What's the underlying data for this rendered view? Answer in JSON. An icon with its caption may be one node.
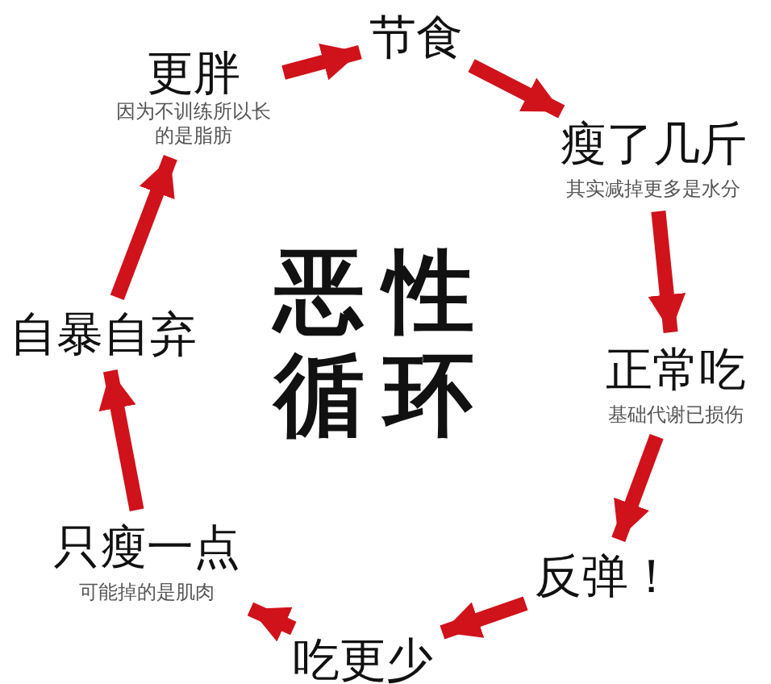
{
  "diagram": {
    "title": "恶性循环",
    "nodes": [
      {
        "text": [
          "更胖",
          "因为不训练所以长的是脂肪"
        ]
      },
      {
        "text": [
          "节食"
        ]
      },
      {
        "text": [
          "瘦了几斤",
          "其实减掉更多是水分"
        ]
      },
      {
        "text": [
          "正常吃",
          "基础代谢已损伤"
        ]
      },
      {
        "text": [
          "反弹！"
        ]
      },
      {
        "text": [
          "吃更少"
        ]
      },
      {
        "text": [
          "只瘦一点",
          "可能掉的是肌肉"
        ]
      },
      {
        "text": [
          "自暴自弃"
        ]
      }
    ],
    "edges": [
      {
        "from": 0,
        "to": 1,
        "arrow": "to"
      },
      {
        "from": 1,
        "to": 2,
        "arrow": "to"
      },
      {
        "from": 2,
        "to": 3,
        "arrow": "to"
      },
      {
        "from": 3,
        "to": 4,
        "arrow": "to"
      },
      {
        "from": 4,
        "to": 5,
        "arrow": "to"
      },
      {
        "from": 5,
        "to": 6,
        "arrow": "to"
      },
      {
        "from": 6,
        "to": 7,
        "arrow": "to"
      },
      {
        "from": 7,
        "to": 0,
        "arrow": "to"
      }
    ]
  }
}
